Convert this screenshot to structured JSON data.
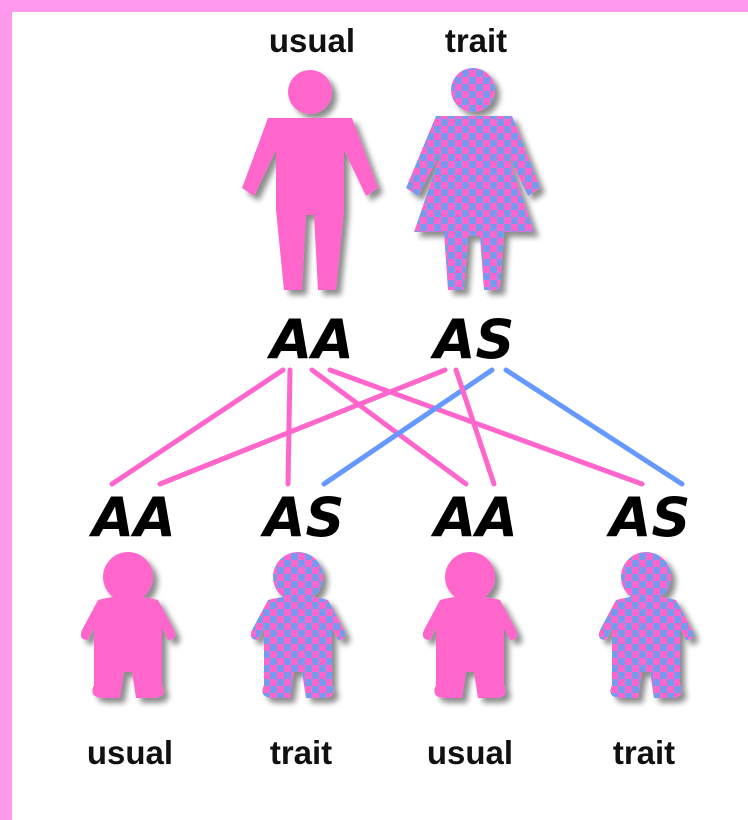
{
  "colors": {
    "usual": "#ff66cc",
    "trait_base": "#ff66cc",
    "trait_check": "#7799ee",
    "line_pink": "#ff66cc",
    "line_blue": "#6699ff",
    "frame": "#ff99ee"
  },
  "parents": [
    {
      "label": "usual",
      "genotype": "AA",
      "figure": "man",
      "pattern": "usual"
    },
    {
      "label": "trait",
      "genotype": "AS",
      "figure": "woman",
      "pattern": "trait"
    }
  ],
  "children": [
    {
      "label": "usual",
      "genotype": "AA",
      "pattern": "usual"
    },
    {
      "label": "trait",
      "genotype": "AS",
      "pattern": "trait"
    },
    {
      "label": "usual",
      "genotype": "AA",
      "pattern": "usual"
    },
    {
      "label": "trait",
      "genotype": "AS",
      "pattern": "trait"
    }
  ]
}
